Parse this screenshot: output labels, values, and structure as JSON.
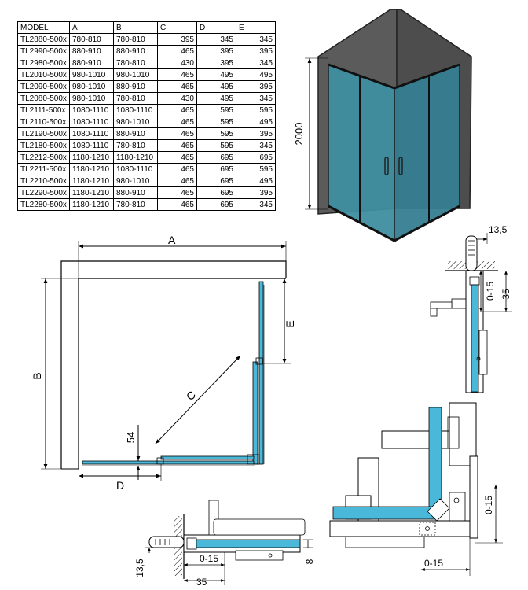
{
  "table": {
    "headers": [
      "MODEL",
      "A",
      "B",
      "C",
      "D",
      "E"
    ],
    "rows": [
      [
        "TL2880-500x",
        "780-810",
        "780-810",
        "395",
        "345",
        "345"
      ],
      [
        "TL2990-500x",
        "880-910",
        "880-910",
        "465",
        "395",
        "395"
      ],
      [
        "TL2980-500x",
        "880-910",
        "780-810",
        "430",
        "395",
        "345"
      ],
      [
        "TL2010-500x",
        "980-1010",
        "980-1010",
        "465",
        "495",
        "495"
      ],
      [
        "TL2090-500x",
        "980-1010",
        "880-910",
        "465",
        "495",
        "395"
      ],
      [
        "TL2080-500x",
        "980-1010",
        "780-810",
        "430",
        "495",
        "345"
      ],
      [
        "TL2111-500x",
        "1080-1110",
        "1080-1110",
        "465",
        "595",
        "595"
      ],
      [
        "TL2110-500x",
        "1080-1110",
        "980-1010",
        "465",
        "595",
        "495"
      ],
      [
        "TL2190-500x",
        "1080-1110",
        "880-910",
        "465",
        "595",
        "395"
      ],
      [
        "TL2180-500x",
        "1080-1110",
        "780-810",
        "465",
        "595",
        "345"
      ],
      [
        "TL2212-500x",
        "1180-1210",
        "1180-1210",
        "465",
        "695",
        "695"
      ],
      [
        "TL2211-500x",
        "1180-1210",
        "1080-1110",
        "465",
        "695",
        "595"
      ],
      [
        "TL2210-500x",
        "1180-1210",
        "980-1010",
        "465",
        "695",
        "495"
      ],
      [
        "TL2290-500x",
        "1180-1210",
        "880-910",
        "465",
        "695",
        "395"
      ],
      [
        "TL2280-500x",
        "1180-1210",
        "780-810",
        "465",
        "695",
        "345"
      ]
    ]
  },
  "render": {
    "height_label": "2000"
  },
  "plan": {
    "label_a": "A",
    "label_b": "B",
    "label_c": "C",
    "label_d": "D",
    "label_e": "E",
    "label_54": "54"
  },
  "detail_top": {
    "label_135": "13,5",
    "label_015": "0-15",
    "label_35": "35"
  },
  "detail_corner": {
    "label_015_right": "0-15",
    "label_015_bottom": "0-15"
  },
  "detail_bottom": {
    "label_135": "13,5",
    "label_015": "0-15",
    "label_35": "35",
    "label_8": "8"
  },
  "colors": {
    "glass": "#4ab8d8",
    "glass_render": "#3f8fa0",
    "wall": "#5a5a5a",
    "frame": "#222222"
  }
}
